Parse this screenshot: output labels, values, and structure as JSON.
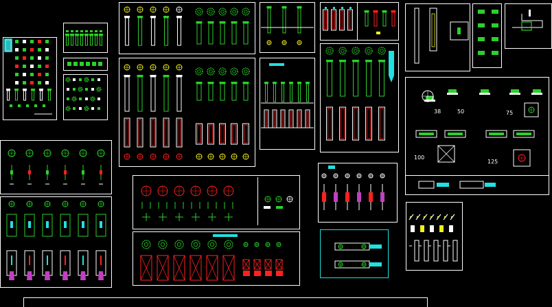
{
  "colors": {
    "background": "#000000",
    "frame": "#ffffff",
    "green": "#2bd12b",
    "red": "#ff2020",
    "cyan": "#22e0e0",
    "magenta": "#c040c0",
    "yellow": "#f0f020",
    "white": "#ffffff"
  },
  "detail_labels": [
    "38",
    "50",
    "75",
    "100",
    "125"
  ]
}
